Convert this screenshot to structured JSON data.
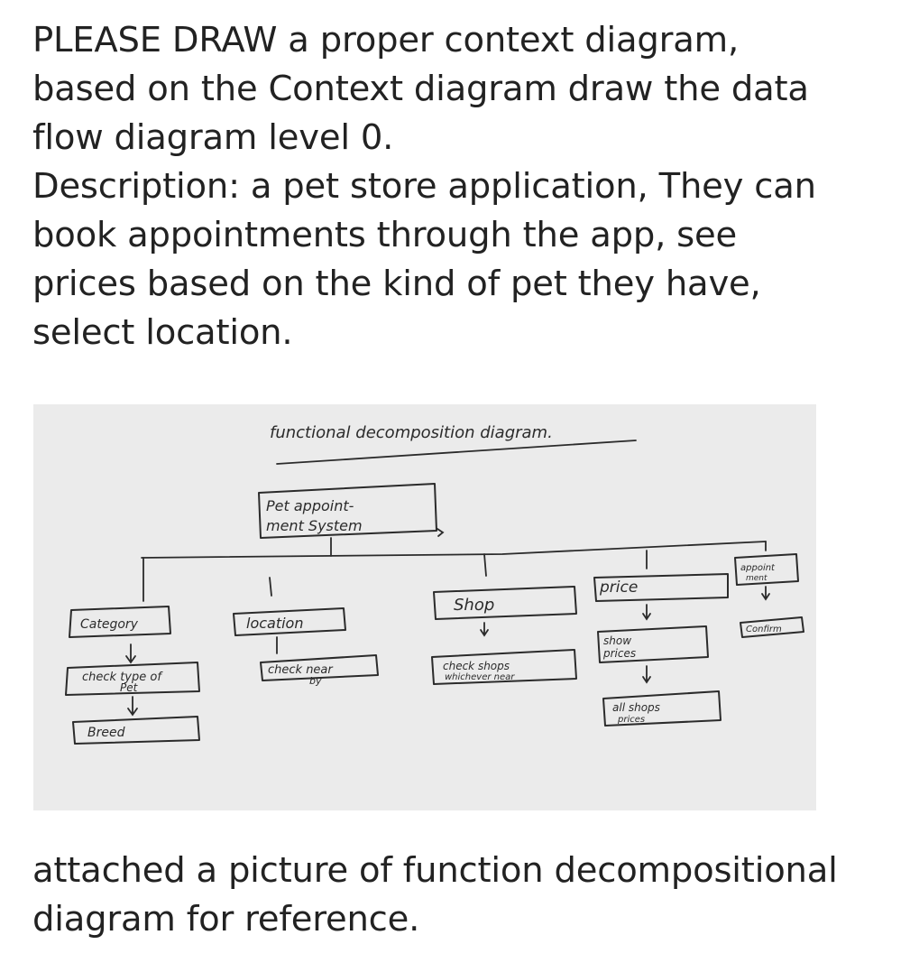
{
  "question": {
    "lines": [
      "PLEASE DRAW a proper context diagram,",
      "based on the Context diagram draw the data",
      "flow diagram level 0.",
      "Description: a pet store application, They can",
      "book appointments through the app, see",
      "prices based on the kind of pet they have,",
      "select location."
    ]
  },
  "diagram": {
    "title": "functional decomposition diagram.",
    "root": "Pet appoint- ment System",
    "nodes": {
      "category": "Category",
      "check_type": "check type of Pet",
      "breed": "Breed",
      "location": "location",
      "check_near": "check near by",
      "shop": "Shop",
      "check_shops": "check shops whichever near",
      "price": "price",
      "show_prices": "show prices",
      "all_shops_prices": "all shops prices",
      "appointment": "appointment",
      "confirm": "Confirm"
    }
  },
  "footer": {
    "lines": [
      "attached a picture of function decompositional",
      "diagram for reference."
    ]
  }
}
